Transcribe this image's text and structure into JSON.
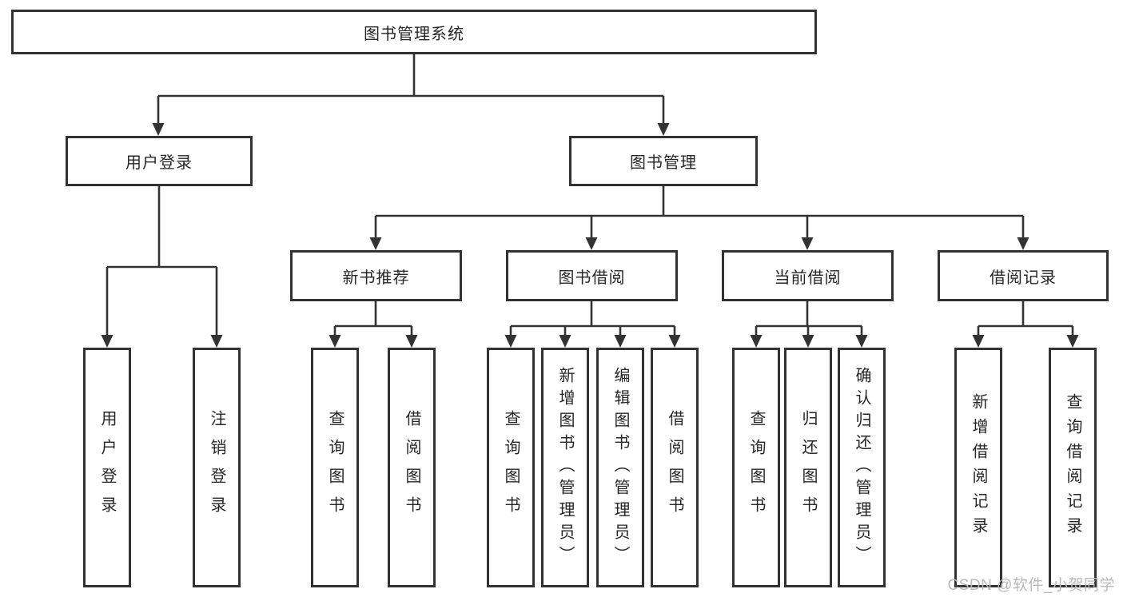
{
  "colors": {
    "line": "#333333",
    "box_border": "#333333",
    "text": "#262626",
    "watermark": "#b9b9b9",
    "background": "#ffffff"
  },
  "watermark": {
    "text": "CSDN @软件_小贺同学"
  },
  "tree": {
    "root": {
      "label": "图书管理系统",
      "children": [
        {
          "label": "用户登录",
          "children": [
            {
              "label": "用户登录"
            },
            {
              "label": "注销登录"
            }
          ]
        },
        {
          "label": "图书管理",
          "children": [
            {
              "label": "新书推荐",
              "children": [
                {
                  "label": "查询图书"
                },
                {
                  "label": "借阅图书"
                }
              ]
            },
            {
              "label": "图书借阅",
              "children": [
                {
                  "label": "查询图书"
                },
                {
                  "label": "新增图书（管理员）"
                },
                {
                  "label": "编辑图书（管理员）"
                },
                {
                  "label": "借阅图书"
                }
              ]
            },
            {
              "label": "当前借阅",
              "children": [
                {
                  "label": "查询图书"
                },
                {
                  "label": "归还图书"
                },
                {
                  "label": "确认归还（管理员）"
                }
              ]
            },
            {
              "label": "借阅记录",
              "children": [
                {
                  "label": "新增借阅记录"
                },
                {
                  "label": "查询借阅记录"
                }
              ]
            }
          ]
        }
      ]
    }
  }
}
